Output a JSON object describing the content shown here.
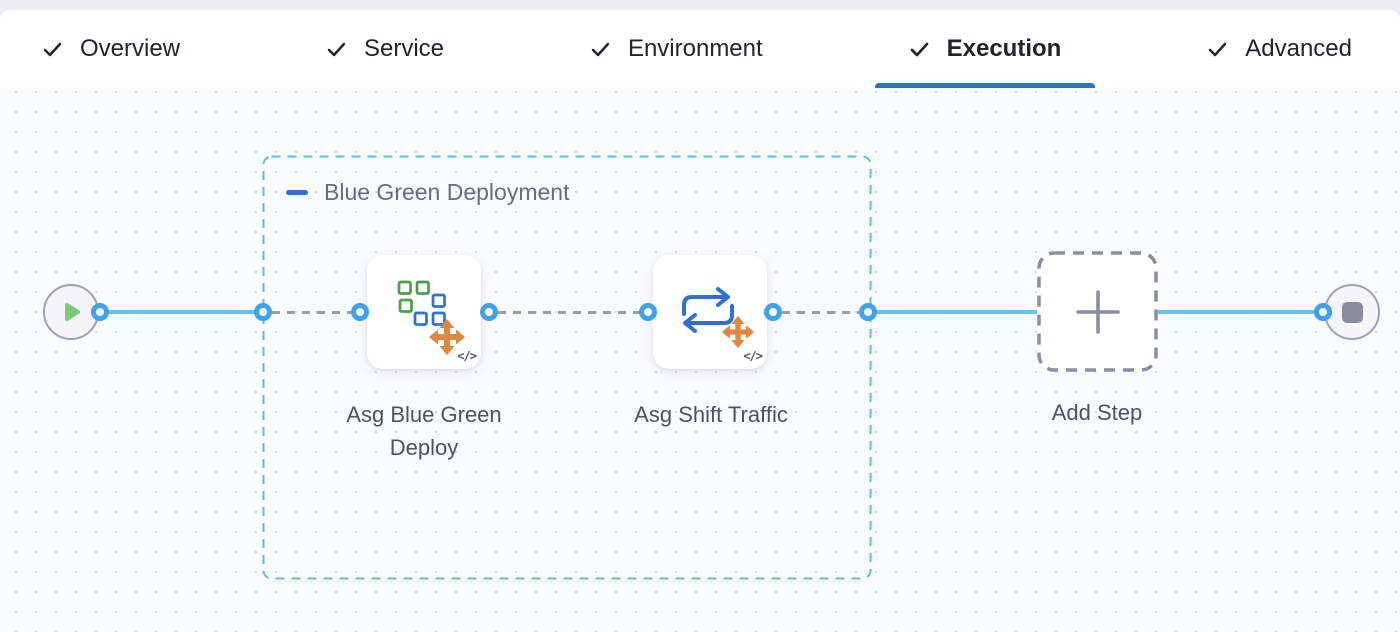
{
  "header": {
    "tabs": [
      {
        "label": "Overview",
        "state": "completed"
      },
      {
        "label": "Service",
        "state": "completed"
      },
      {
        "label": "Environment",
        "state": "completed"
      },
      {
        "label": "Execution",
        "state": "active"
      },
      {
        "label": "Advanced",
        "state": "completed"
      }
    ],
    "active_tab": "Execution"
  },
  "canvas": {
    "group": {
      "label": "Blue Green Deployment"
    },
    "steps": [
      {
        "label": "Asg Blue Green Deploy"
      },
      {
        "label": "Asg Shift Traffic"
      }
    ],
    "add_step_label": "Add Step"
  },
  "icons": {
    "code_glyph": "</>"
  },
  "colors": {
    "accent_blue": "#2e6fd3",
    "line_blue": "#69c3f2",
    "port_blue": "#3fa2ee",
    "group_border_blue": "#5cbce9",
    "connector_gray": "#9a9ca9",
    "play_green": "#79cc79",
    "asg_orange": "#e3863f",
    "squares_green": "#4b9e4b",
    "squares_blue": "#2f6fd8"
  }
}
